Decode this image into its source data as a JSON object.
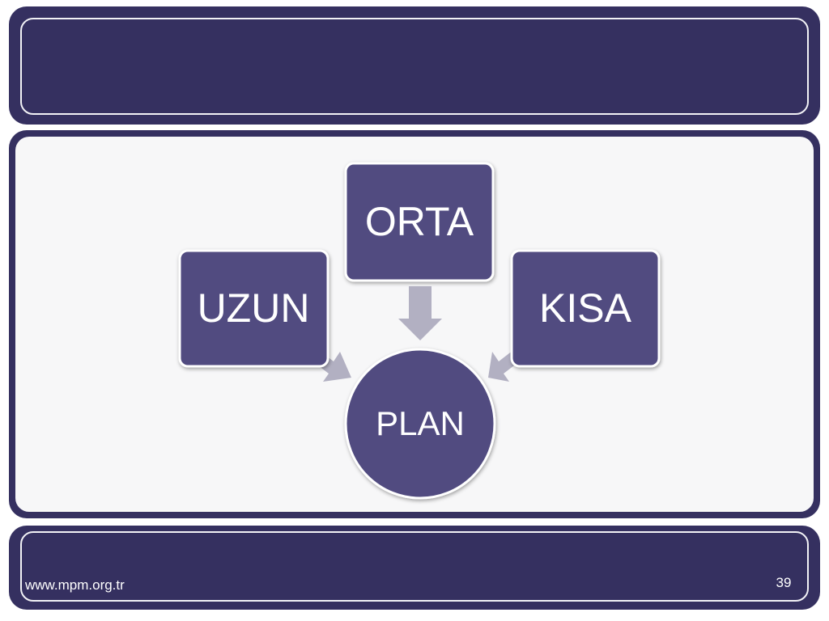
{
  "diagram": {
    "nodes": {
      "orta": "ORTA",
      "uzun": "UZUN",
      "kisa": "KISA",
      "plan": "PLAN"
    }
  },
  "footer": {
    "url": "www.mpm.org.tr",
    "page_number": "39"
  },
  "colors": {
    "band": "#353060",
    "node_fill": "#514c80",
    "panel": "#f7f7f8",
    "arrow": "#b2b0c2"
  }
}
